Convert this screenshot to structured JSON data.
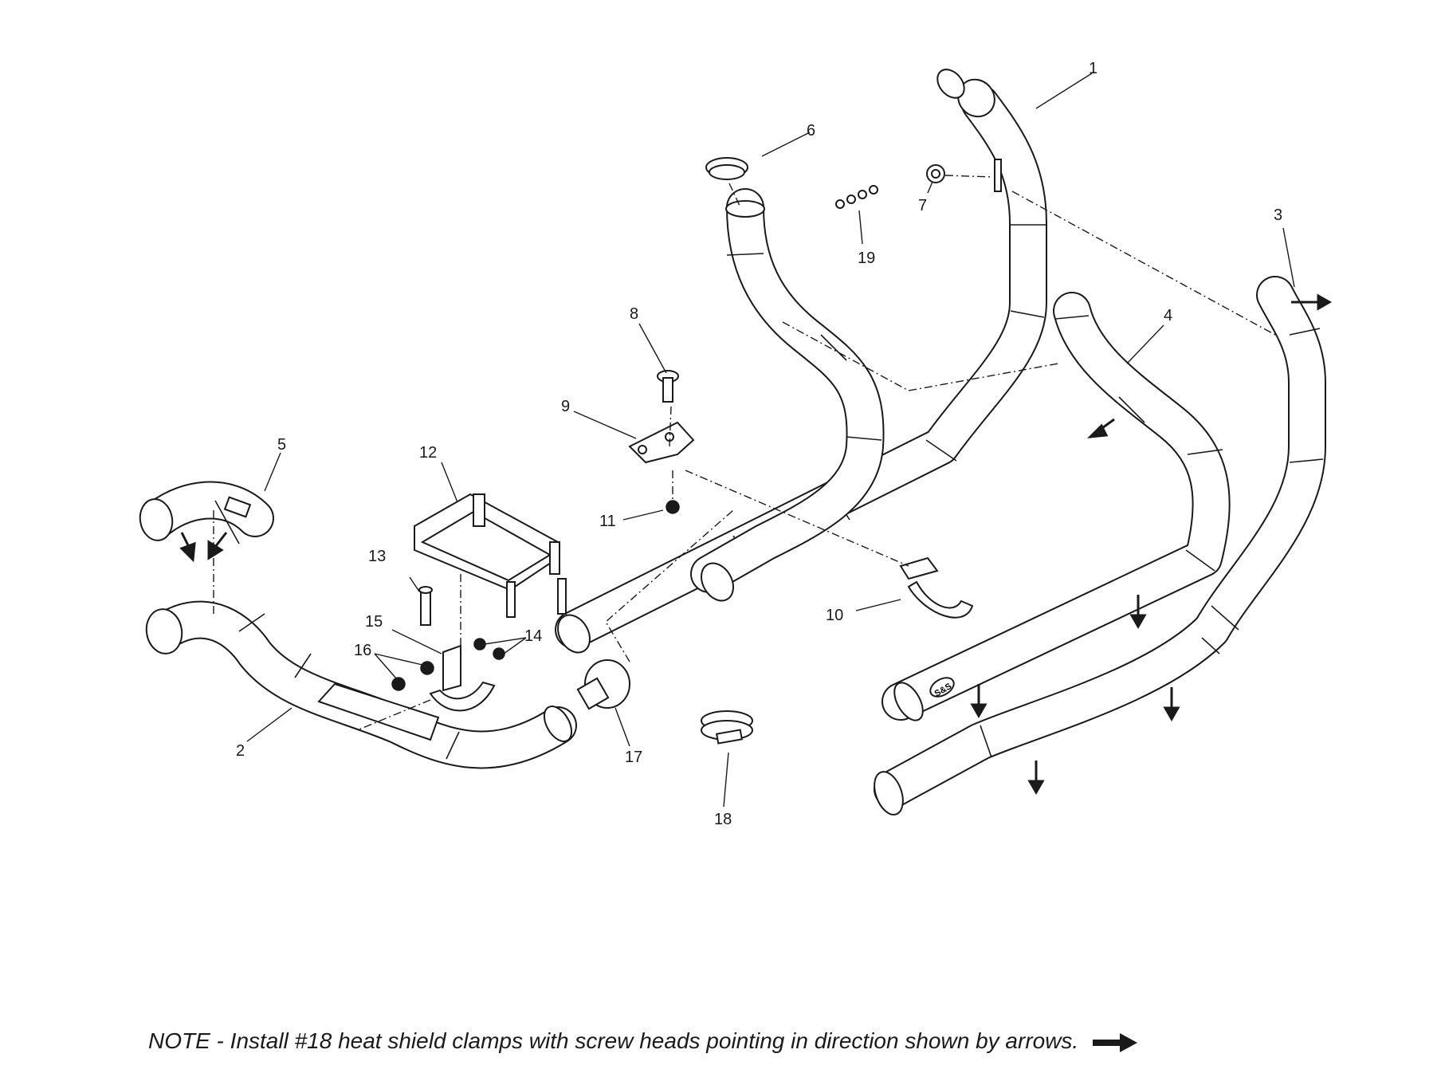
{
  "callouts": {
    "c1": "1",
    "c2": "2",
    "c3": "3",
    "c4": "4",
    "c5": "5",
    "c6": "6",
    "c7": "7",
    "c8": "8",
    "c9": "9",
    "c10": "10",
    "c11": "11",
    "c12": "12",
    "c13": "13",
    "c14": "14",
    "c15": "15",
    "c16": "16",
    "c17": "17",
    "c18": "18",
    "c19": "19"
  },
  "logo_text": "S&S",
  "note": {
    "text": "NOTE - Install #18 heat shield clamps with screw heads pointing in direction shown by arrows."
  },
  "icons": {
    "direction_arrow": "right-arrow-icon"
  },
  "colors": {
    "line": "#1a1a1a",
    "background": "#ffffff"
  }
}
